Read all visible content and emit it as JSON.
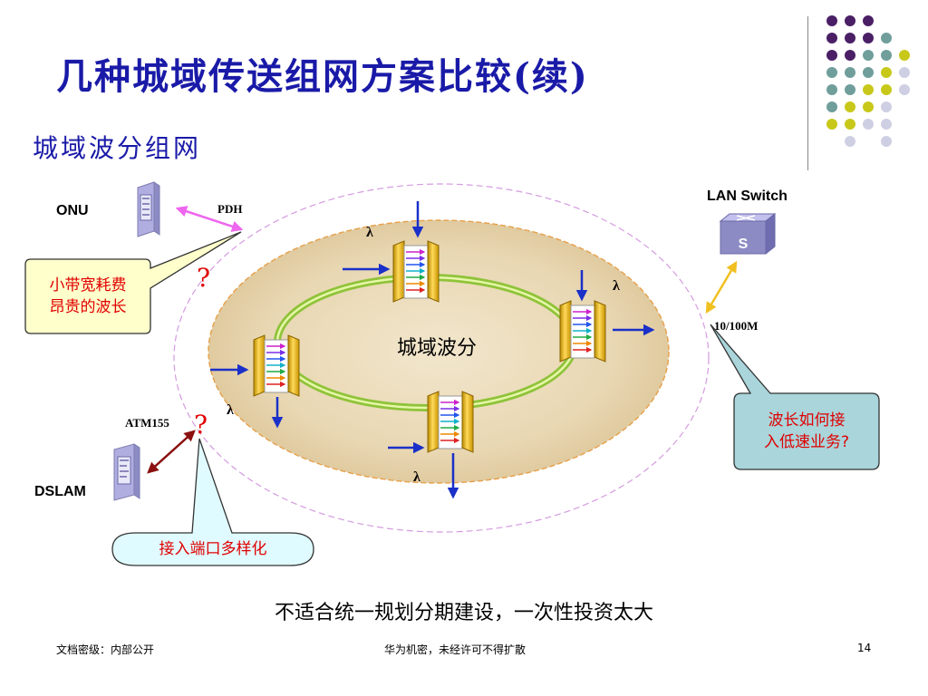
{
  "slide": {
    "title": "几种城域传送组网方案比较(续)",
    "subtitle": "城域波分组网"
  },
  "diagram": {
    "center_label": "城域波分",
    "lambda_symbol": "λ",
    "question_mark": "?",
    "devices": {
      "onu": "ONU",
      "lan_switch": "LAN Switch",
      "dslam": "DSLAM",
      "switch_glyph": "S"
    },
    "links": {
      "pdh": "PDH",
      "atm155": "ATM155",
      "ethernet": "10/100M"
    },
    "callouts": {
      "narrowband_line1": "小带宽耗费",
      "narrowband_line2": "昂贵的波长",
      "lowspeed_line1": "波长如何接",
      "lowspeed_line2": "入低速业务?",
      "ports": "接入端口多样化"
    }
  },
  "conclusion": "不适合统一规划分期建设，一次性投资太大",
  "footer": {
    "classification": "文档密级：内部公开",
    "confidential": "华为机密，未经许可不得扩散",
    "page_number": "14"
  },
  "colors": {
    "title": "#1a1aa8",
    "callout_text": "#e00000",
    "callout_yellow": "#ffffcc",
    "callout_teal": "#a9d5db",
    "callout_cyan": "#e0fbff",
    "ring_green": "#8fc33a",
    "arrow_blue": "#1a30c8",
    "dot_purple": "#4b1f66",
    "dot_teal": "#6f9e9b",
    "dot_yellow": "#c8c81a",
    "dot_lavender": "#cfcfe4"
  }
}
